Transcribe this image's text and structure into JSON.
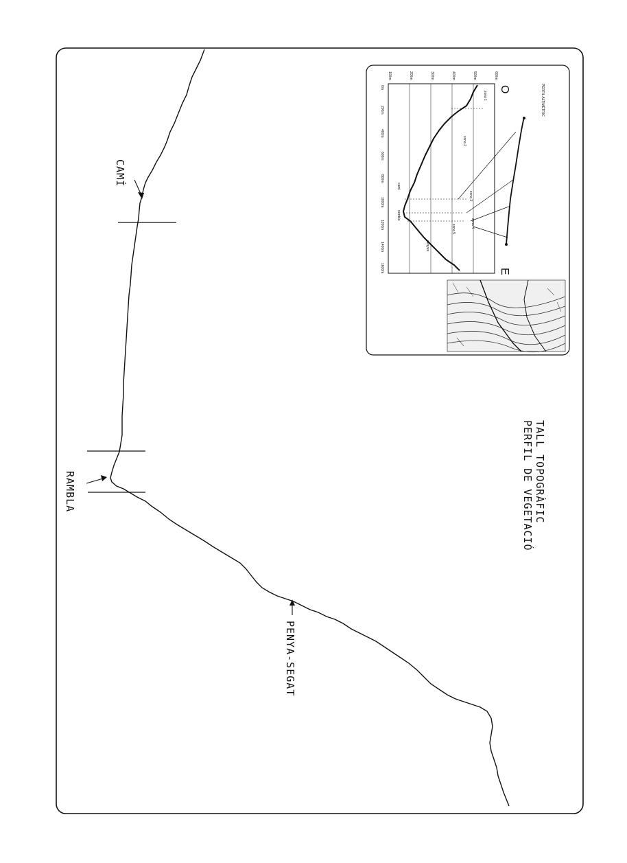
{
  "title": {
    "line1": "TALL TOPOGRÀFIC",
    "line2": "PERFIL DE VEGETACIÓ"
  },
  "profile_labels": {
    "cami": "CAMÍ",
    "rambla": "RAMBLA",
    "penya": "PENYA-SEGAT"
  },
  "inset": {
    "heading": "PERFIL ALTIMÈTRIC",
    "west_letter": "O",
    "east_letter": "E",
    "zones": [
      "zona 1",
      "zona 2",
      "zona 3",
      "zona 4",
      "zona 5"
    ],
    "markers": [
      "camí",
      "rambla",
      "penyes"
    ],
    "y_ticks": [
      "600m",
      "500m",
      "400m",
      "300m",
      "200m",
      "100m"
    ],
    "x_ticks": [
      "0m",
      "200m",
      "400m",
      "600m",
      "800m",
      "1000m",
      "1200m",
      "1400m",
      "1600m"
    ]
  },
  "colors": {
    "ink": "#111111",
    "paper": "#ffffff"
  }
}
